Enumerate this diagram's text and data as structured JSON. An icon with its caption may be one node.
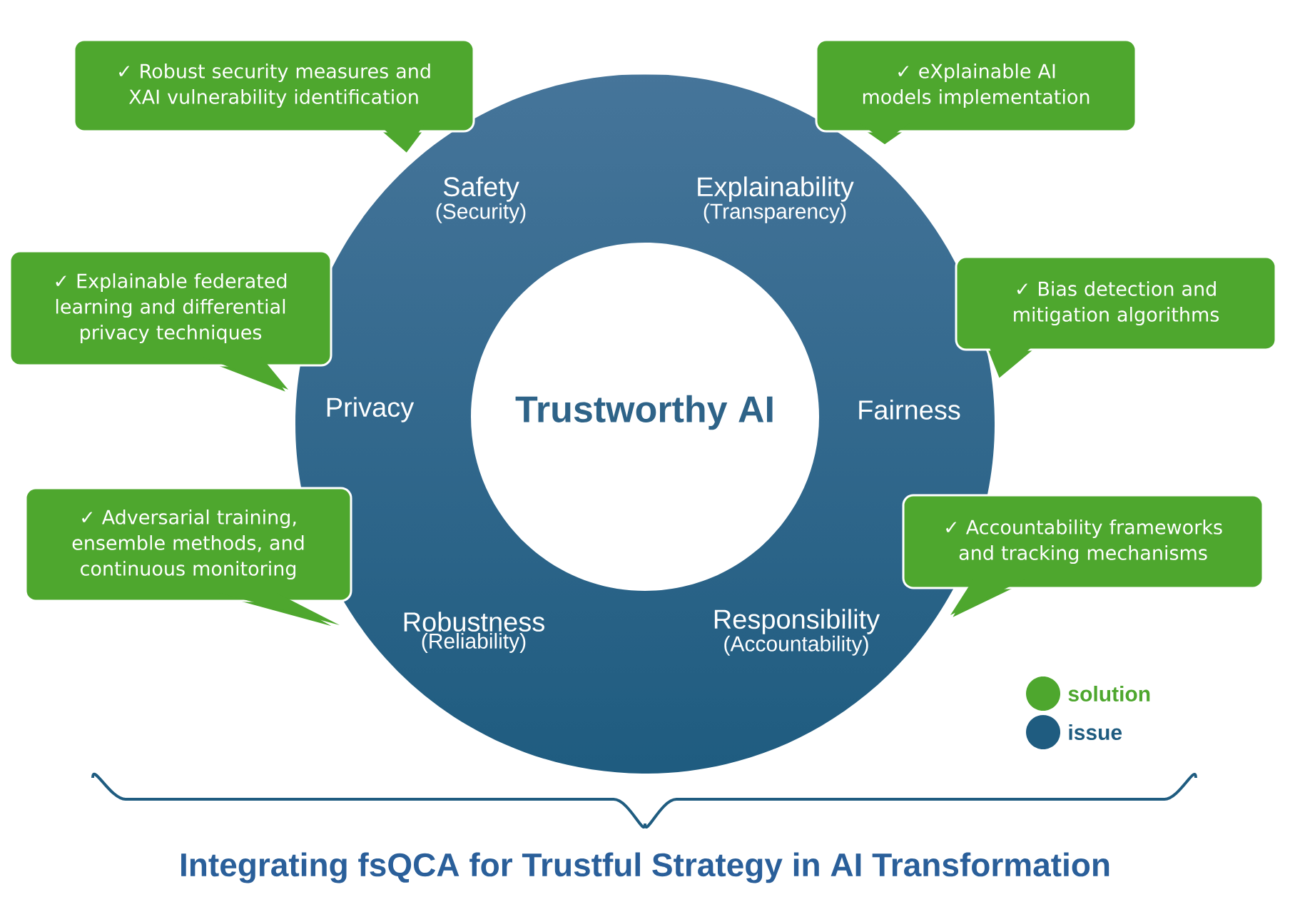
{
  "diagram": {
    "title": "Integrating fsQCA for Trustful Strategy in AI Transformation",
    "nodes": [
      {
        "text": [
          "Trustworthy AI"
        ]
      },
      {
        "text": [
          "Safety",
          "(Security)"
        ]
      },
      {
        "text": [
          "Explainability",
          "(Transparency)"
        ]
      },
      {
        "text": [
          "Privacy"
        ]
      },
      {
        "text": [
          "Fairness"
        ]
      },
      {
        "text": [
          "Robustness",
          "(Reliability)"
        ]
      },
      {
        "text": [
          "Responsibility",
          "(Accountability)"
        ]
      },
      {
        "text": [
          "✓ Robust security measures and XAI vulnerability identification"
        ]
      },
      {
        "text": [
          "✓ eXplainable AI models implementation"
        ]
      },
      {
        "text": [
          "✓ Explainable federated learning and differential privacy techniques"
        ]
      },
      {
        "text": [
          "✓ Bias detection and mitigation algorithms"
        ]
      },
      {
        "text": [
          "✓ Adversarial training, ensemble methods, and continuous monitoring"
        ]
      },
      {
        "text": [
          "✓ Accountability frameworks and tracking mechanisms"
        ]
      }
    ],
    "legend": [
      {
        "text": "solution",
        "color": "#4ea72e"
      },
      {
        "text": "issue",
        "color": "#1f5c80"
      }
    ]
  }
}
